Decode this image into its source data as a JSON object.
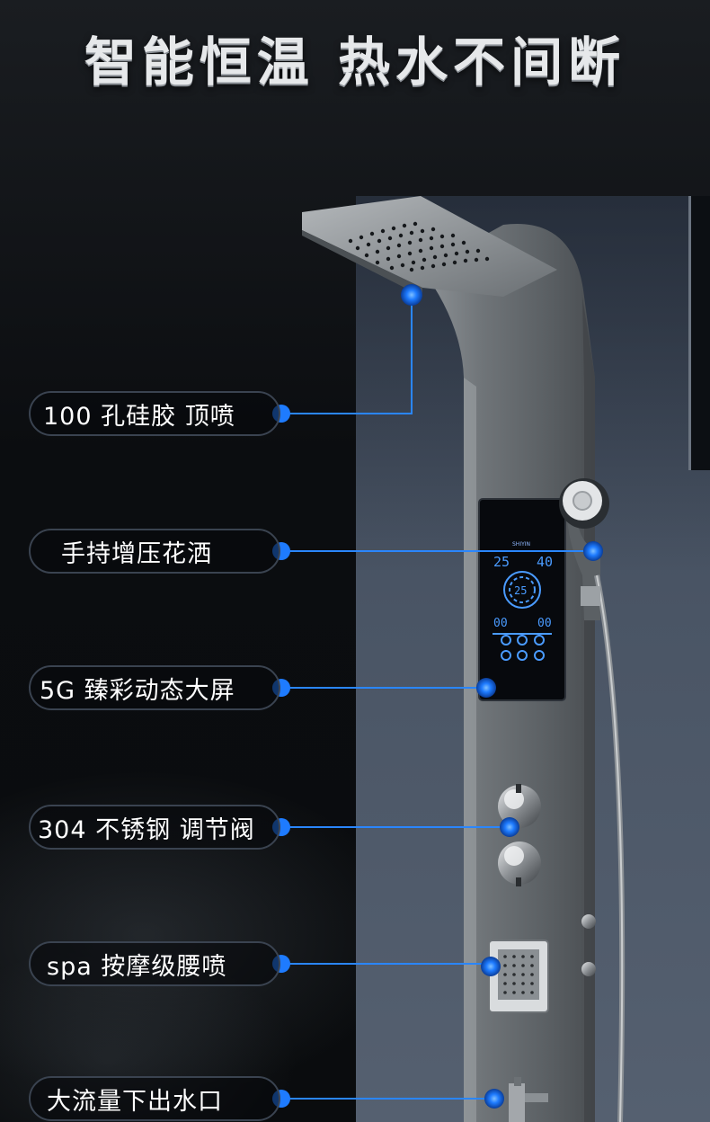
{
  "headline": "智能恒温 热水不间断",
  "features": [
    {
      "label": "100 孔硅胶 顶喷"
    },
    {
      "label": "手持增压花洒"
    },
    {
      "label": "5G 臻彩动态大屏"
    },
    {
      "label": "304 不锈钢 调节阀"
    },
    {
      "label": "spa 按摩级腰喷"
    },
    {
      "label": "大流量下出水口"
    }
  ],
  "display": {
    "brand": "SHIYIN",
    "temp_left": "25",
    "temp_right": "40",
    "temp_center": "25",
    "readout_left": "00",
    "readout_right": "00"
  },
  "colors": {
    "accent": "#1e7bff",
    "line": "#2a86ff",
    "screen_glow": "#4a9bff",
    "label_border": "#3a4350"
  }
}
